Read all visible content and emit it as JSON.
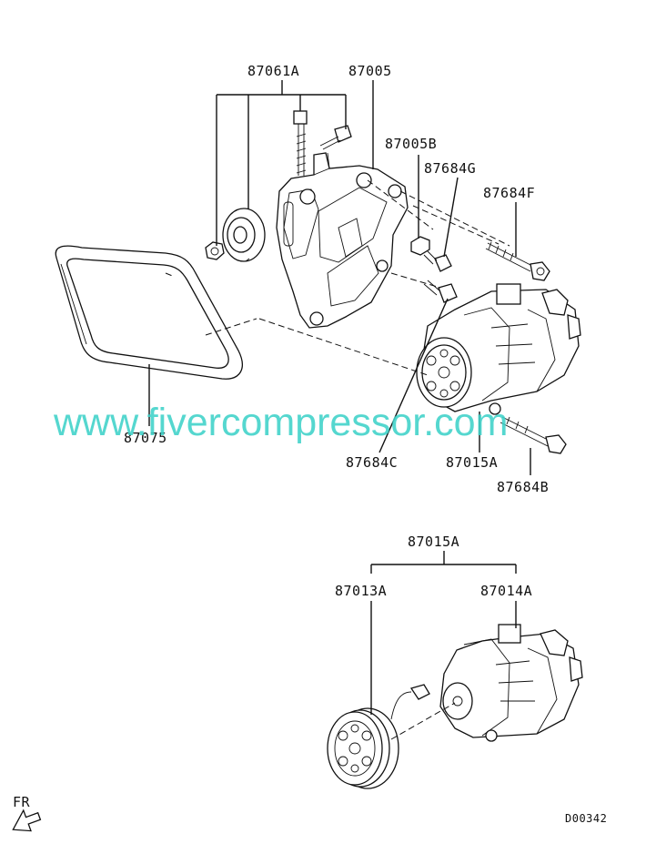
{
  "labels": {
    "p87061A": "87061A",
    "p87005": "87005",
    "p87005B": "87005B",
    "p87684G": "87684G",
    "p87684F": "87684F",
    "p87075": "87075",
    "p87684C": "87684C",
    "p87015A_top": "87015A",
    "p87684B": "87684B",
    "p87015A_bottom": "87015A",
    "p87013A": "87013A",
    "p87014A": "87014A"
  },
  "watermark": "www.fivercompressor.com",
  "front_indicator": "FR",
  "diagram_code": "D00342",
  "colors": {
    "watermark": "#3ed1c8",
    "ink": "#111111"
  }
}
